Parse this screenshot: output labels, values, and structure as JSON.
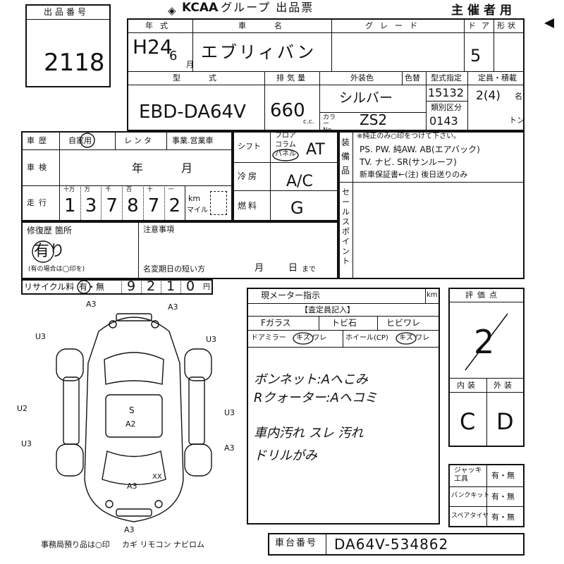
{
  "header": {
    "auction_logo": "KCAA",
    "title": ".グループ 出品票",
    "organizer": "主催者用",
    "lot_label": "出品番号",
    "lot_number": "2118"
  },
  "vehicle": {
    "year_label": "年式",
    "year_value": "H24",
    "month_value": "6",
    "month_unit": "月",
    "name_label": "車名",
    "name_value": "エブリィバン",
    "grade_label": "グレード",
    "doors_label": "ドア",
    "doors_value": "5",
    "shape_label": "形状",
    "type_label": "型式",
    "type_value": "EBD-DA64V",
    "displacement_label": "排気量",
    "displacement_value": "660",
    "displacement_unit": "c.c.",
    "exterior_color_label": "外装色",
    "repaint_label": "色替",
    "color_value": "シルバー",
    "color_no_label": "カラー No.",
    "color_no_value": "ZS2",
    "model_designation_label": "型式指定",
    "model_designation_value": "15132",
    "category_label": "類別区分",
    "category_value": "0143",
    "capacity_label": "定員・積載",
    "capacity_value": "2(4)",
    "capacity_unit": "名",
    "load_unit": "トン"
  },
  "history": {
    "usage_label": "車歴",
    "usage_options": [
      "自家用",
      "レンタ",
      "事業.営業車"
    ],
    "inspection_label": "車検",
    "inspection_year": "年",
    "inspection_month": "月",
    "mileage_label": "走行",
    "mileage_units": [
      "十万",
      "万",
      "千",
      "百",
      "十",
      "一"
    ],
    "mileage_digits": [
      "1",
      "3",
      "7",
      "8",
      "7",
      "2"
    ],
    "mileage_km": "km",
    "mileage_mile": "マイル",
    "repair_label": "修復歴 箇所",
    "repair_value": "有り",
    "repair_note": "(有の場合は◯印を)",
    "notes_label": "注意事項",
    "short_expiry_label": "名変期日の短い方",
    "short_expiry_month": "月",
    "short_expiry_day": "日",
    "short_expiry_until": "まで",
    "recycle_label": "リサイクル料",
    "recycle_options": "有・無",
    "recycle_digits": [
      "9",
      "2",
      "1",
      "0"
    ],
    "recycle_unit": "円"
  },
  "mechanical": {
    "shift_label": "シフト",
    "shift_options": [
      "フロア",
      "コラム",
      "パネル"
    ],
    "shift_value": "AT",
    "ac_label": "冷房",
    "ac_value": "A/C",
    "fuel_label": "燃料",
    "fuel_value": "G",
    "equipment_label": "装備品",
    "equipment_note": "※純正のみ○印をつけて下さい。",
    "equipment_line1": "PS. PW. 純AW. AB(エアバック)",
    "equipment_line2": "TV. ナビ. SR(サンルーフ)",
    "warranty_line": "新車保証書←(注) 後日送りのみ",
    "sales_point_label": "セールスポイント"
  },
  "inspection": {
    "meter_label": "現メーター指示",
    "meter_unit": "km",
    "inspector_label": "【査定員記入】",
    "glass_label": "Fガラス",
    "glass_options": [
      "トビ石",
      "ヒビワレ"
    ],
    "mirror_label": "ドアミラー",
    "mirror_options": "キズ ワレ",
    "wheel_label": "ホイール(CP)",
    "wheel_options": "キズ ワレ",
    "remarks": [
      "ボンネット:Aへこみ",
      "Rクォーター:Aヘコミ",
      "車内汚れ スレ 汚れ",
      "ドリルがみ"
    ],
    "score_label": "評価点",
    "score_value": "2",
    "interior_label": "内装",
    "interior_value": "C",
    "exterior_label": "外装",
    "exterior_value": "D",
    "jack_label": "ジャッキ工具",
    "puncture_label": "パンクキット",
    "spare_label": "スペアタイヤ",
    "yes_no": "有・無"
  },
  "footer": {
    "office_note": "事務局預り品は○印",
    "items": "カギ リモコン ナビロム",
    "chassis_label": "車台番号",
    "chassis_value": "DA64V-534862"
  },
  "diagram": {
    "marks": [
      "A3",
      "A3",
      "U3",
      "U3",
      "U2",
      "U3",
      "U3",
      "A3",
      "A3",
      "A3",
      "S",
      "A2",
      "XX"
    ]
  },
  "colors": {
    "ink": "#111111",
    "pen": "#1a1a1a"
  }
}
